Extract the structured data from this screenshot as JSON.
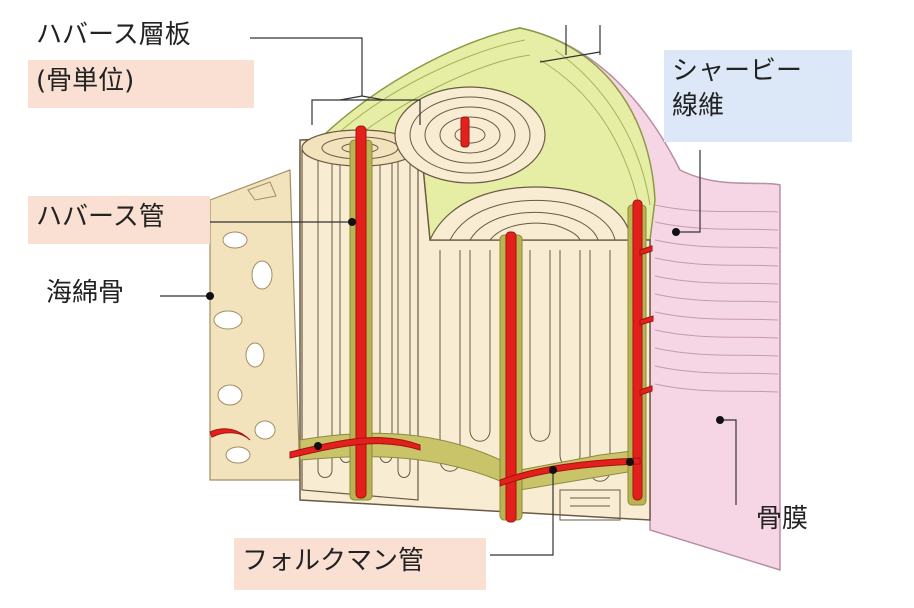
{
  "labels": {
    "haversian_lamella": "ハバース層板",
    "osteon": "(骨単位)",
    "sharpey_fibers_1": "シャービー",
    "sharpey_fibers_2": "線維",
    "haversian_canal": "ハバース管",
    "spongy_bone": "海綿骨",
    "periosteum": "骨膜",
    "volkmann_canal": "フォルクマン管"
  },
  "colors": {
    "bone_cream": "#f8ecd2",
    "bone_lines": "#6b5a45",
    "vessel_red": "#e3201b",
    "canal_green": "#b9b44f",
    "periosteum_pink": "#f6d5e4",
    "interstitial_green": "#e6eea6",
    "label_pink": "#f9e0d2",
    "label_blue": "#dce8f7"
  }
}
